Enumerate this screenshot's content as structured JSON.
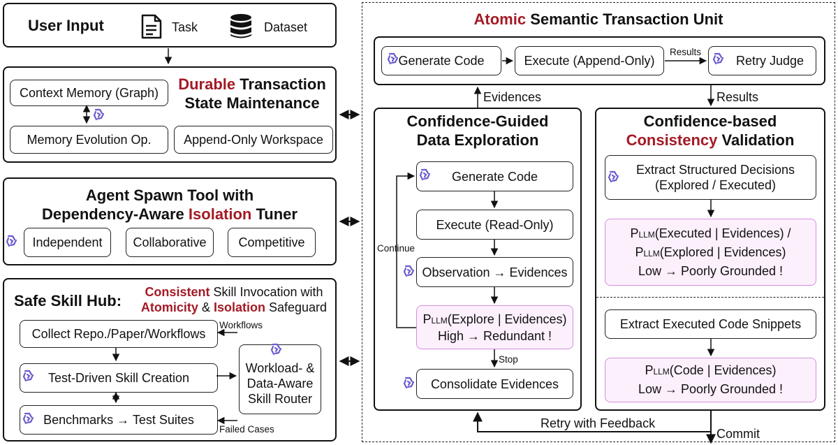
{
  "user_input": {
    "title": "User Input",
    "task": "Task",
    "dataset": "Dataset"
  },
  "durable": {
    "title_red": "Durable",
    "title_rest1": "Transaction",
    "title_line2": "State Maintenance",
    "context_memory": "Context Memory (Graph)",
    "memory_evolution": "Memory Evolution Op.",
    "append_workspace": "Append-Only Workspace"
  },
  "spawn": {
    "title_line1": "Agent Spawn Tool with",
    "title_line2_a": "Dependency-Aware",
    "title_line2_red": "Isolation",
    "title_line2_b": "Tuner",
    "independent": "Independent",
    "collaborative": "Collaborative",
    "competitive": "Competitive"
  },
  "skill_hub": {
    "title": "Safe Skill Hub:",
    "sub1_red": "Consistent",
    "sub1_rest": "Skill Invocation with",
    "sub2_red1": "Atomicity",
    "sub2_amp": "&",
    "sub2_red2": "Isolation",
    "sub2_rest": "Safeguard",
    "collect": "Collect Repo./Paper/Workflows",
    "test_driven": "Test-Driven Skill Creation",
    "benchmarks": "Benchmarks → Test Suites",
    "router_l1": "Workload- &",
    "router_l2": "Data-Aware",
    "router_l3": "Skill Router",
    "workflows_label": "Workflows",
    "failed_label": "Failed Cases"
  },
  "atomic": {
    "title_red": "Atomic",
    "title_rest": "Semantic Transaction Unit",
    "generate_code": "Generate Code",
    "execute_append": "Execute (Append-Only)",
    "retry_judge": "Retry Judge",
    "results_top": "Results",
    "evidences_label": "Evidences",
    "results_label": "Results",
    "retry_feedback": "Retry with Feedback",
    "commit": "Commit"
  },
  "exploration": {
    "title_l1": "Confidence-Guided",
    "title_l2": "Data Exploration",
    "generate_code": "Generate Code",
    "execute_read": "Execute (Read-Only)",
    "observation": "Observation → Evidences",
    "p": "P",
    "llm": "LLM",
    "explore_expr": "(Explore | Evidences)",
    "high_redundant": "High → Redundant !",
    "consolidate": "Consolidate Evidences",
    "continue_label": "Continue",
    "stop_label": "Stop"
  },
  "validation": {
    "title_l1": "Confidence-based",
    "title_red": "Consistency",
    "title_rest": "Validation",
    "extract_decisions_l1": "Extract Structured Decisions",
    "extract_decisions_l2": "(Explored / Executed)",
    "p": "P",
    "llm": "LLM",
    "executed_expr": "(Executed | Evidences) /",
    "explored_expr": "(Explored | Evidences)",
    "low_poorly": "Low → Poorly Grounded !",
    "extract_snippets": "Extract Executed Code Snippets",
    "code_expr": "(Code | Evidences)",
    "low_poorly2": "Low → Poorly Grounded !"
  },
  "colors": {
    "accent_red": "#a31a25",
    "pink_fill": "#fdf0fd",
    "pink_border": "#d78de0",
    "logo_purple": "#6a5ccf"
  }
}
